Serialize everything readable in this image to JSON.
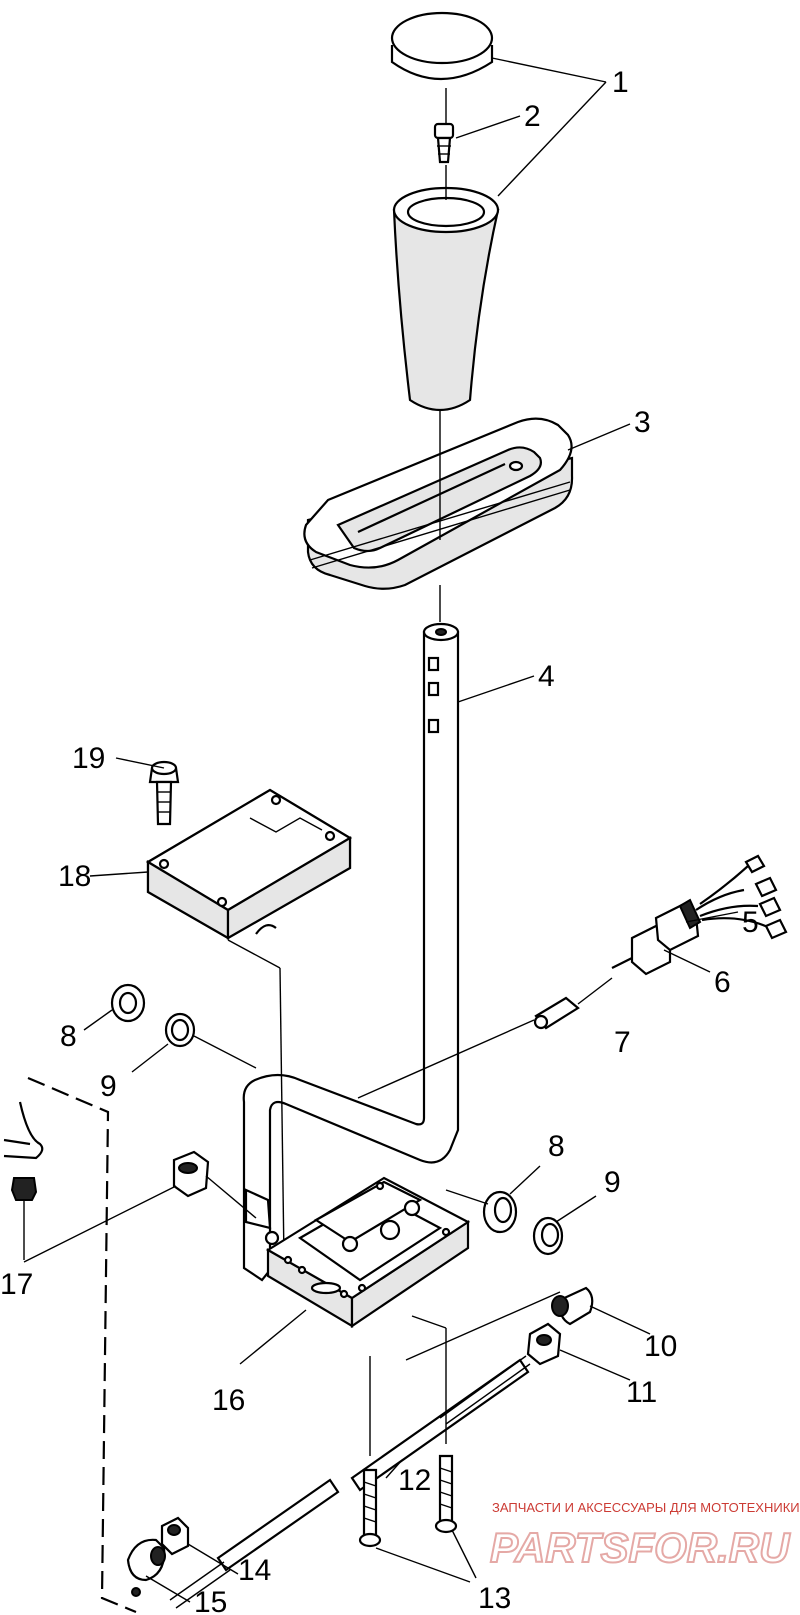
{
  "callouts": [
    "1",
    "2",
    "3",
    "4",
    "5",
    "6",
    "7",
    "8",
    "9",
    "8",
    "9",
    "10",
    "11",
    "12",
    "13",
    "14",
    "15",
    "16",
    "17",
    "18",
    "19"
  ],
  "watermark": {
    "line1": "ЗАПЧАСТИ И АКСЕССУАРЫ ДЛЯ МОТОТЕХНИКИ",
    "logo": "PARTSFOR.RU"
  }
}
